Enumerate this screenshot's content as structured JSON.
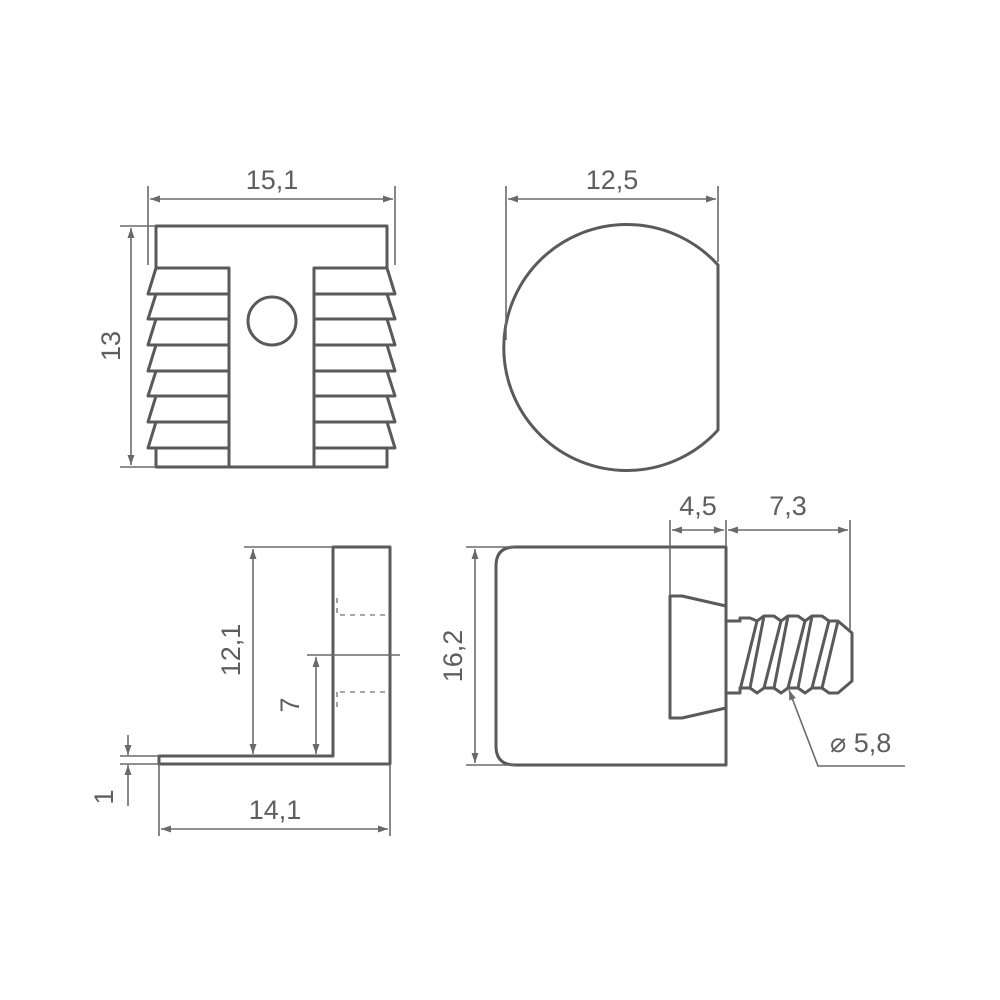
{
  "drawing": {
    "stroke_color": "#5a5a5a",
    "dim_color": "#6a6a6a",
    "text_color": "#5e5e5e",
    "front_view": {
      "width_label": "15,1",
      "height_label": "13"
    },
    "top_view": {
      "width_label": "12,5"
    },
    "side_view": {
      "height_label": "12,1",
      "inner_label": "7",
      "base_label": "14,1",
      "thickness_label": "1"
    },
    "screw_view": {
      "height_label": "16,2",
      "head_label": "4,5",
      "thread_label": "7,3",
      "diameter_label": "⌀ 5,8"
    }
  }
}
